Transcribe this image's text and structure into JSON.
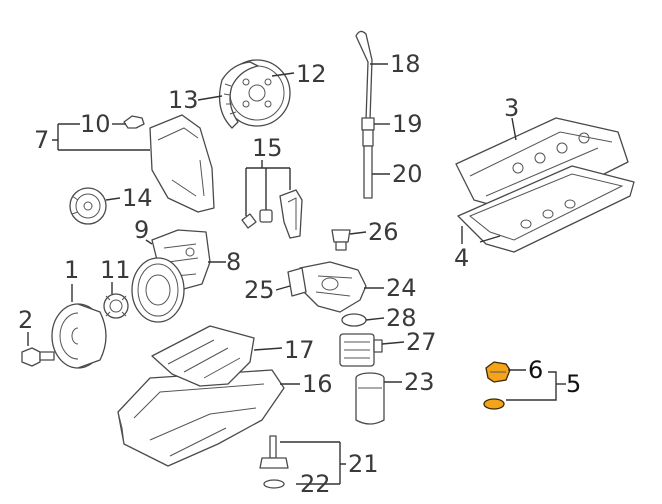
{
  "diagram": {
    "highlight_color": "#f5a31a",
    "callouts": {
      "c1": "1",
      "c2": "2",
      "c3": "3",
      "c4": "4",
      "c5": "5",
      "c6": "6",
      "c7": "7",
      "c8": "8",
      "c9": "9",
      "c10": "10",
      "c11": "11",
      "c12": "12",
      "c13": "13",
      "c14": "14",
      "c15": "15",
      "c16": "16",
      "c17": "17",
      "c18": "18",
      "c19": "19",
      "c20": "20",
      "c21": "21",
      "c22": "22",
      "c23": "23",
      "c24": "24",
      "c25": "25",
      "c26": "26",
      "c27": "27",
      "c28": "28"
    }
  }
}
